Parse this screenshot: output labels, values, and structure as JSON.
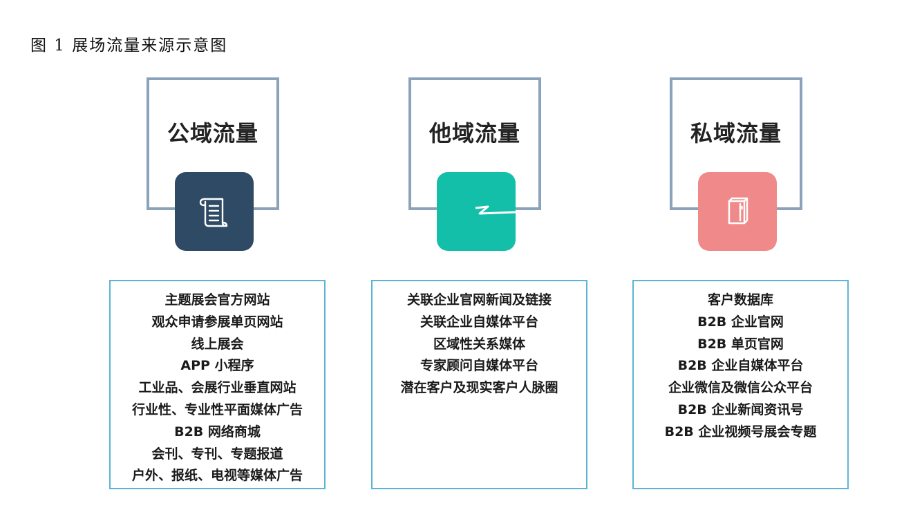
{
  "caption": "图 1  展场流量来源示意图",
  "colors": {
    "frame": "#8aa2ba",
    "list_border": "#5cb4d8",
    "public_icon_bg": "#2e4a64",
    "other_icon_bg": "#14bfaa",
    "private_icon_bg": "#f08a8a"
  },
  "columns": [
    {
      "title": "公域流量",
      "icon": "scroll-icon",
      "items": [
        "主题展会官方网站",
        "观众申请参展单页网站",
        "线上展会",
        "APP 小程序",
        "工业品、会展行业垂直网站",
        "行业性、专业性平面媒体广告",
        "B2B 网络商城",
        "会刊、专刊、专题报道",
        "户外、报纸、电视等媒体广告"
      ]
    },
    {
      "title": "他域流量",
      "icon": "link-icon",
      "items": [
        "关联企业官网新闻及链接",
        "关联企业自媒体平台",
        "区域性关系媒体",
        "专家顾问自媒体平台",
        "潜在客户及现实客户人脉圈"
      ]
    },
    {
      "title": "私域流量",
      "icon": "book-icon",
      "items": [
        "客户数据库",
        "B2B 企业官网",
        "B2B 单页官网",
        "B2B 企业自媒体平台",
        "企业微信及微信公众平台",
        "B2B 企业新闻资讯号",
        "B2B 企业视频号展会专题"
      ]
    }
  ]
}
